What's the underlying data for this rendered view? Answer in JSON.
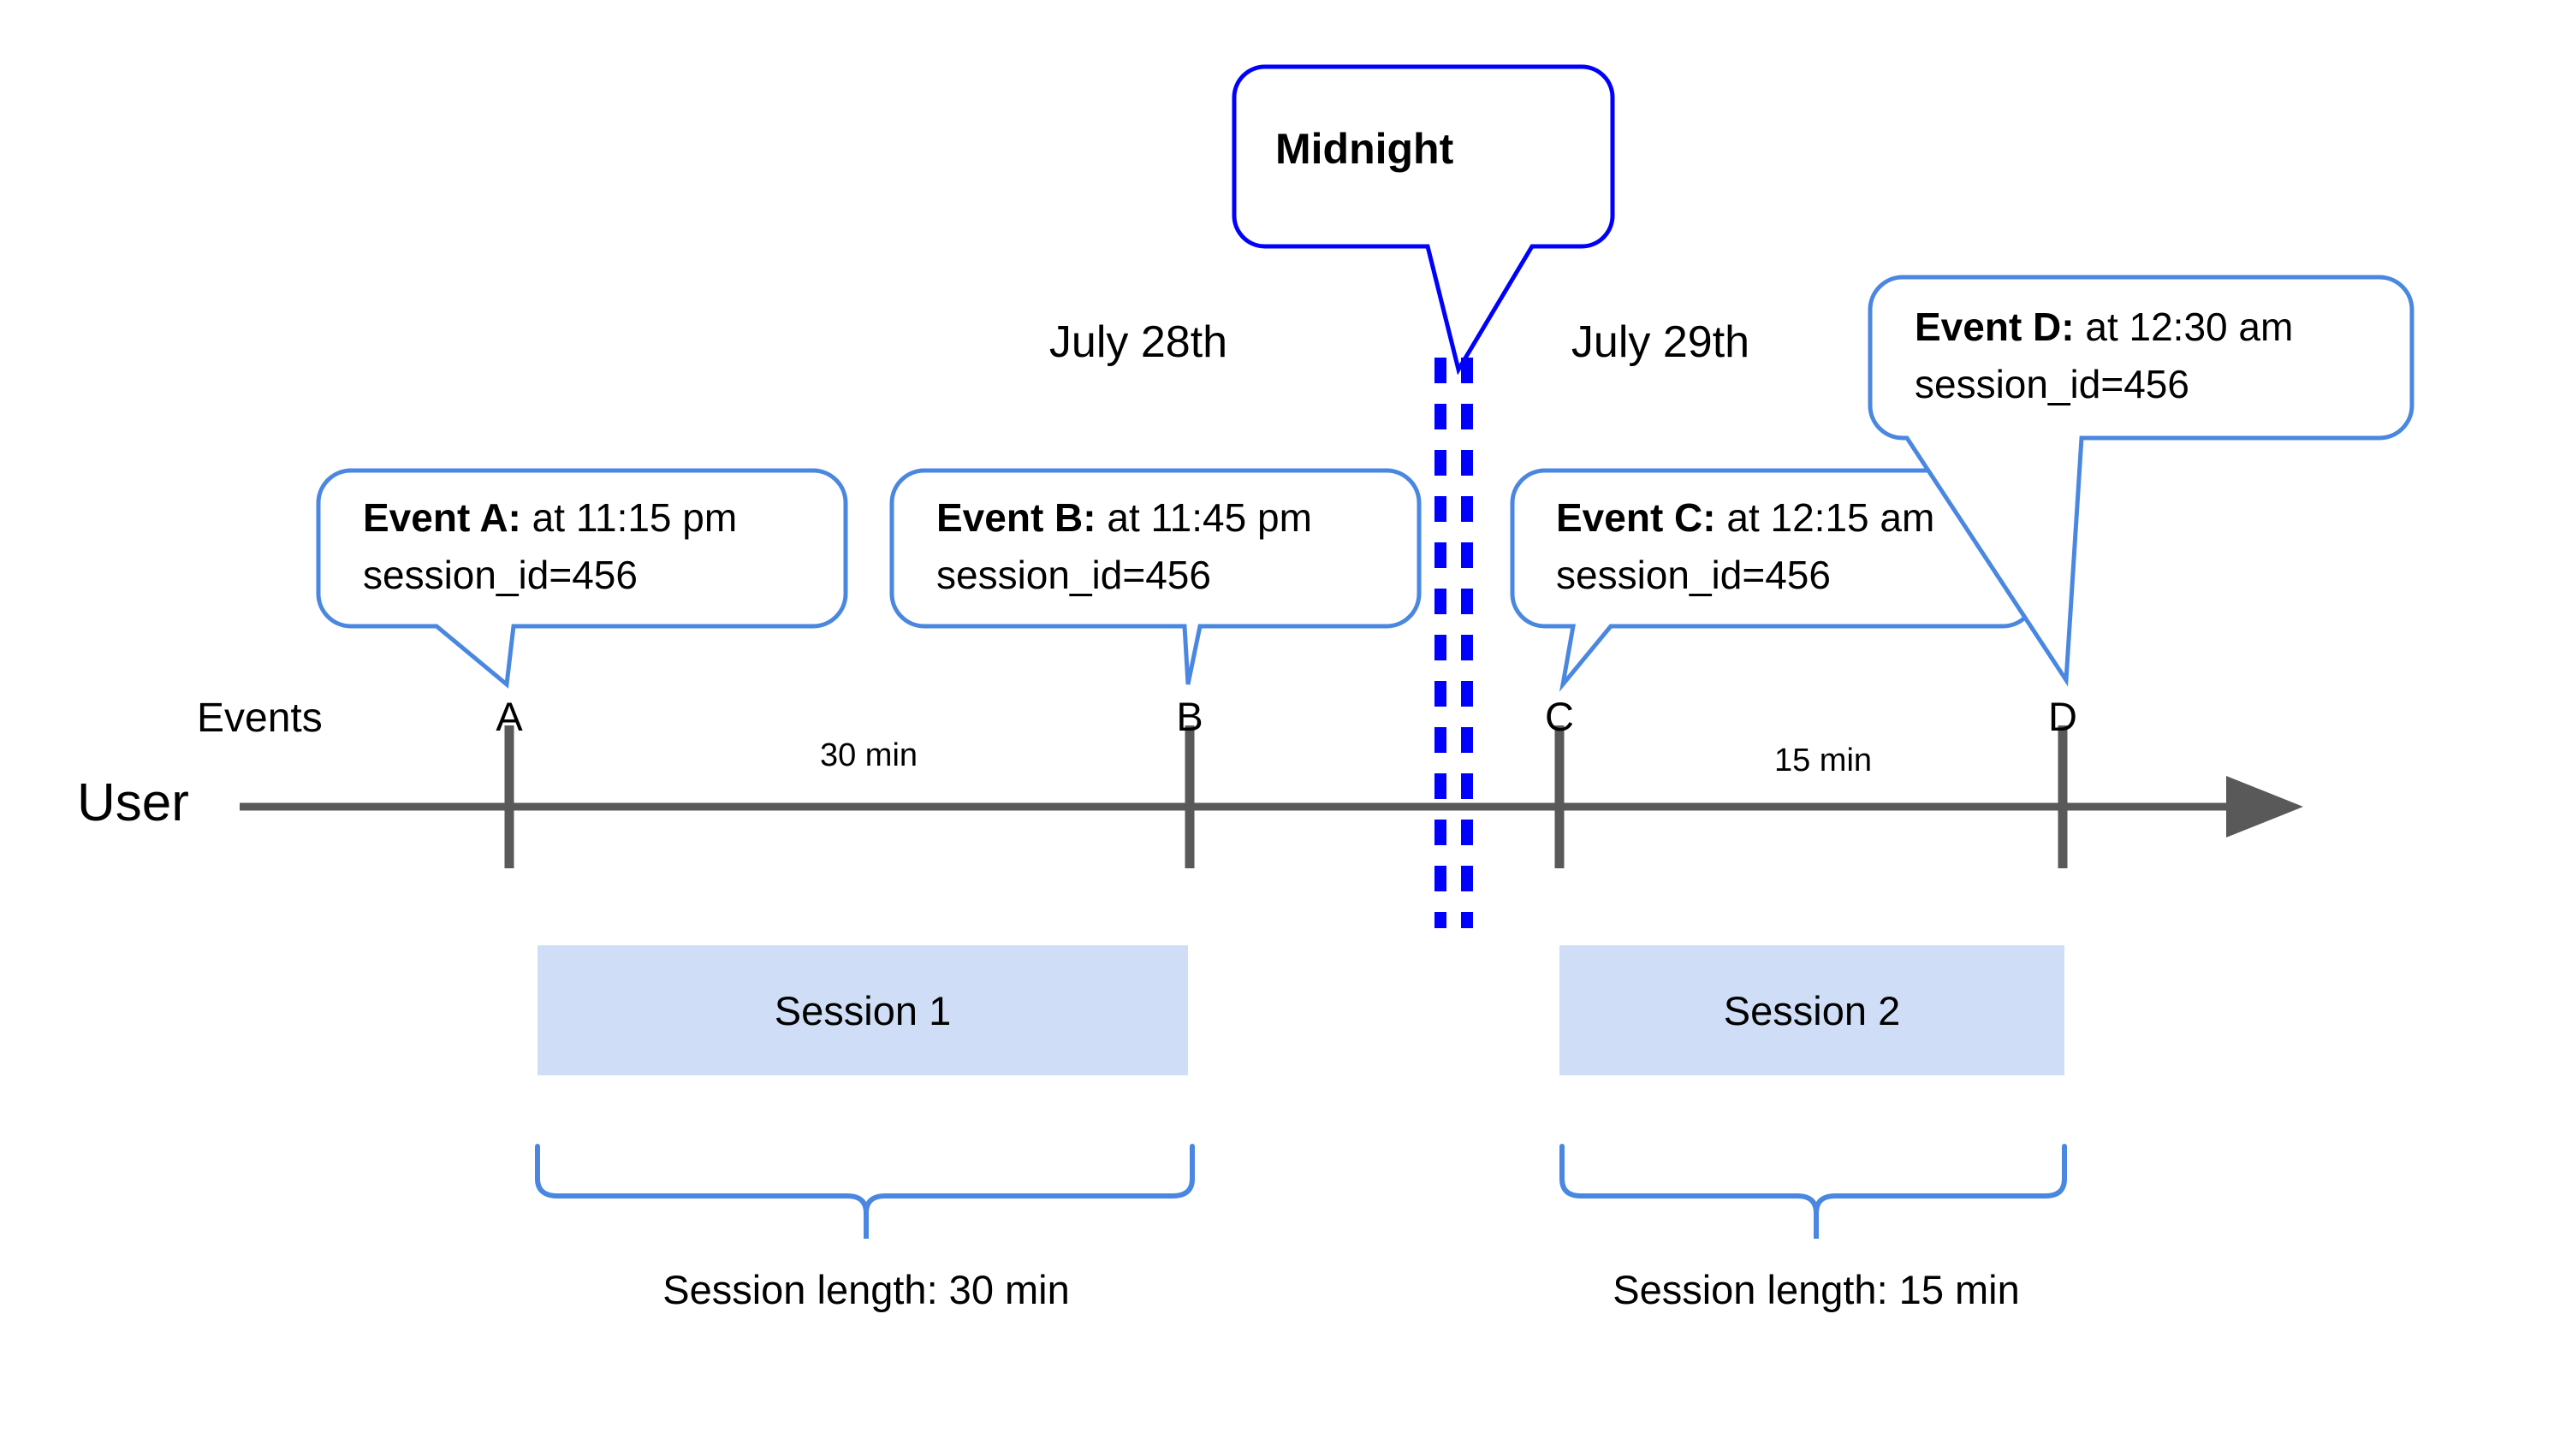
{
  "diagram": {
    "title_callout": {
      "label": "Midnight",
      "border_color": "#0000FF"
    },
    "row_labels": {
      "events": "Events",
      "user": "User"
    },
    "dates": [
      {
        "label": "July 28th"
      },
      {
        "label": "July 29th"
      }
    ],
    "events": [
      {
        "tick": "A",
        "title": "Event A:",
        "time": " at 11:15 pm",
        "session_id": "session_id=456"
      },
      {
        "tick": "B",
        "title": "Event B:",
        "time": " at 11:45 pm",
        "session_id": "session_id=456"
      },
      {
        "tick": "C",
        "title": "Event C:",
        "time": " at 12:15 am",
        "session_id": "session_id=456"
      },
      {
        "tick": "D",
        "title": "Event D:",
        "time": " at 12:30 am",
        "session_id": "session_id=456"
      }
    ],
    "gaps": [
      {
        "label": "30 min"
      },
      {
        "label": "15 min"
      }
    ],
    "sessions": [
      {
        "name": "Session 1",
        "length_label": "Session length: 30 min"
      },
      {
        "name": "Session 2",
        "length_label": "Session length: 15 min"
      }
    ],
    "colors": {
      "callout_border": "#4A87E0",
      "midnight_border": "#0000FF",
      "midnight_dash": "#0000FF",
      "axis": "#595959",
      "session_fill": "#CFDEF6",
      "brace": "#4A87E0"
    }
  },
  "chart_data": {
    "type": "timeline",
    "title": "User session splitting across midnight",
    "axis_label": "User",
    "series_label": "Events",
    "x_ticks": [
      "A",
      "B",
      "C",
      "D"
    ],
    "points": [
      {
        "tick": "A",
        "time": "11:15 pm",
        "date": "July 28th",
        "session_id": "456",
        "session": "Session 1"
      },
      {
        "tick": "B",
        "time": "11:45 pm",
        "date": "July 28th",
        "session_id": "456",
        "session": "Session 1"
      },
      {
        "tick": "C",
        "time": "12:15 am",
        "date": "July 29th",
        "session_id": "456",
        "session": "Session 2"
      },
      {
        "tick": "D",
        "time": "12:30 am",
        "date": "July 29th",
        "session_id": "456",
        "session": "Session 2"
      }
    ],
    "intervals": [
      {
        "from": "A",
        "to": "B",
        "duration_min": 30,
        "label": "30 min"
      },
      {
        "from": "C",
        "to": "D",
        "duration_min": 15,
        "label": "15 min"
      }
    ],
    "sessions": [
      {
        "name": "Session 1",
        "length_min": 30,
        "start_tick": "A",
        "end_tick": "B"
      },
      {
        "name": "Session 2",
        "length_min": 15,
        "start_tick": "C",
        "end_tick": "D"
      }
    ],
    "boundary": {
      "label": "Midnight",
      "between": [
        "July 28th",
        "July 29th"
      ]
    }
  }
}
